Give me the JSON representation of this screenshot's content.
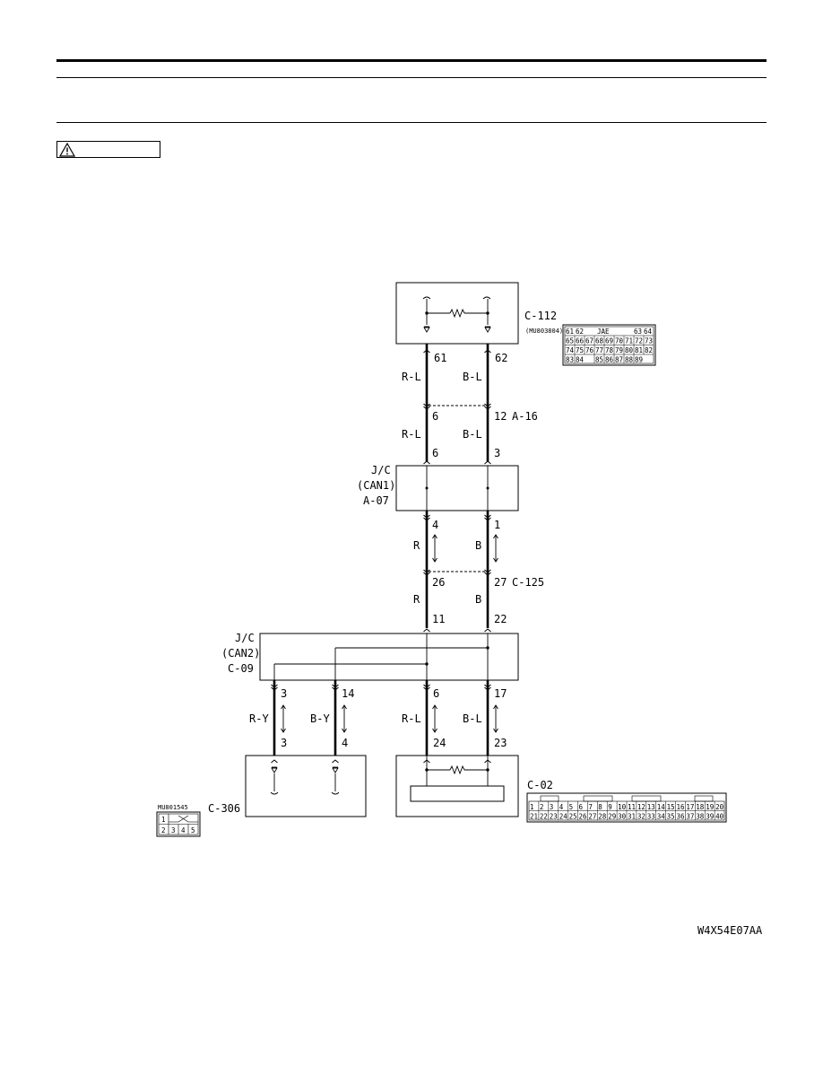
{
  "connectors": {
    "c112": {
      "name": "C-112",
      "part_no": "(MU803804)",
      "maker": "JAE",
      "pins_row1": [
        "61",
        "62",
        "63",
        "64"
      ],
      "pins_row2": [
        "65",
        "66",
        "67",
        "68",
        "69",
        "70",
        "71",
        "72",
        "73"
      ],
      "pins_row3": [
        "74",
        "75",
        "76",
        "77",
        "78",
        "79",
        "80",
        "81",
        "82"
      ],
      "pins_row4": [
        "83",
        "84",
        "85",
        "86",
        "87",
        "88",
        "89"
      ]
    },
    "a16": {
      "name": "A-16"
    },
    "jc_can1": {
      "line1": "J/C",
      "line2": "(CAN1)",
      "line3": "A-07"
    },
    "c125": {
      "name": "C-125"
    },
    "jc_can2": {
      "line1": "J/C",
      "line2": "(CAN2)",
      "line3": "C-09"
    },
    "c306": {
      "name": "C-306",
      "part_no": "MU801545",
      "pins_row1": [
        "1"
      ],
      "pins_row2": [
        "2",
        "3",
        "4",
        "5"
      ]
    },
    "c02": {
      "name": "C-02",
      "pins_row1": [
        "1",
        "2",
        "3",
        "4",
        "5",
        "6",
        "7",
        "8",
        "9",
        "10",
        "11",
        "12",
        "13",
        "14",
        "15",
        "16",
        "17",
        "18",
        "19",
        "20"
      ],
      "pins_row2": [
        "21",
        "22",
        "23",
        "24",
        "25",
        "26",
        "27",
        "28",
        "29",
        "30",
        "31",
        "32",
        "33",
        "34",
        "35",
        "36",
        "37",
        "38",
        "39",
        "40"
      ]
    }
  },
  "wires": {
    "seg1": {
      "left_pin_top": "61",
      "right_pin_top": "62",
      "left_color": "R-L",
      "right_color": "B-L"
    },
    "seg2": {
      "left_pin": "6",
      "right_pin": "12",
      "left_color": "R-L",
      "right_color": "B-L",
      "left_pin_bottom": "6",
      "right_pin_bottom": "3"
    },
    "seg3": {
      "left_pin": "4",
      "right_pin": "1",
      "left_color": "R",
      "right_color": "B"
    },
    "seg4": {
      "left_pin": "26",
      "right_pin": "27",
      "left_color": "R",
      "right_color": "B",
      "left_pin_bottom": "11",
      "right_pin_bottom": "22"
    },
    "seg5": {
      "pin_a_top": "3",
      "pin_b_top": "14",
      "pin_c_top": "6",
      "pin_d_top": "17",
      "color_a": "R-Y",
      "color_b": "B-Y",
      "color_c": "R-L",
      "color_d": "B-L",
      "pin_a_bottom": "3",
      "pin_b_bottom": "4",
      "pin_c_bottom": "24",
      "pin_d_bottom": "23"
    }
  },
  "figure_code": "W4X54E07AA",
  "icons": {
    "caution": "warning-triangle-icon"
  }
}
